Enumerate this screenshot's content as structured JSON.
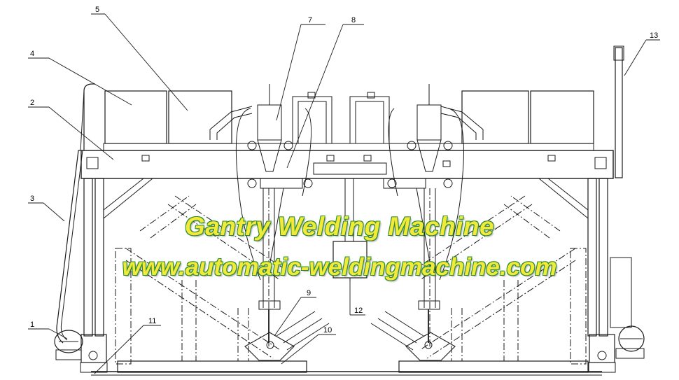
{
  "watermark": {
    "title": "Gantry Welding Machine",
    "url": "www.automatic-weldingmachine.com",
    "text_color": "#f2ea3a",
    "outline_color": "#2d8c2d"
  },
  "callouts": [
    "1",
    "2",
    "3",
    "4",
    "5",
    "7",
    "8",
    "9",
    "10",
    "11",
    "12",
    "13"
  ],
  "line_color": "#1a1a1a"
}
